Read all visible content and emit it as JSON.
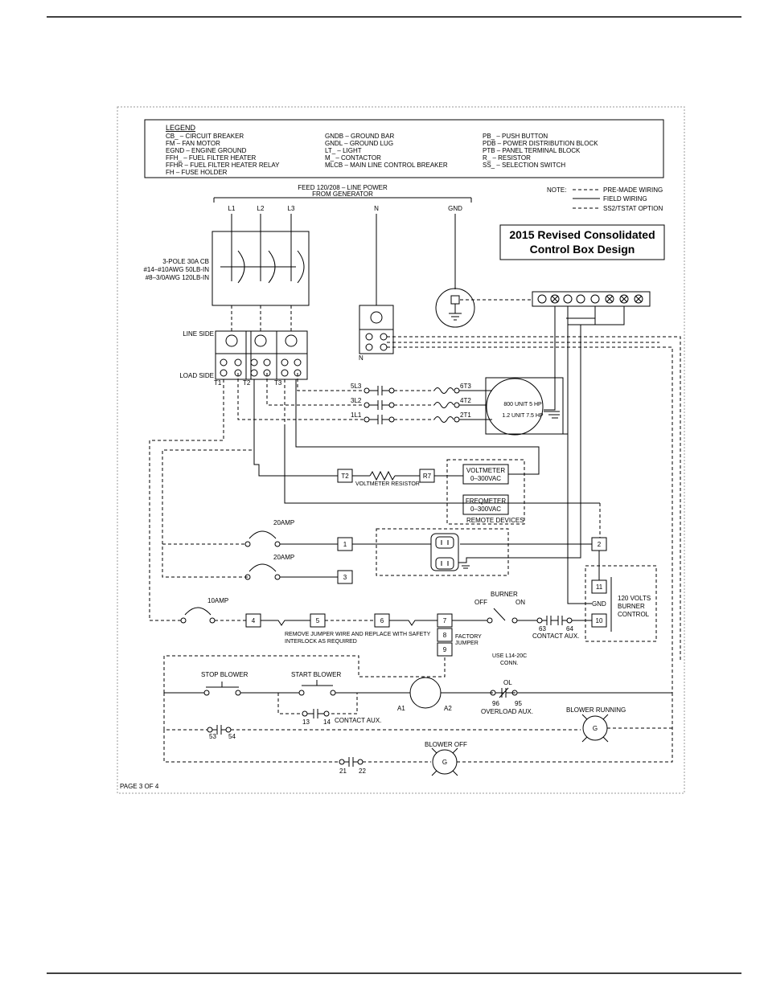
{
  "legend": {
    "title": "LEGEND",
    "col1": [
      "CB_  –  CIRCUIT BREAKER",
      "FM   –  FAN MOTOR",
      "EGND –  ENGINE GROUND",
      "FFH_ –  FUEL FILTER HEATER",
      "FFHR –  FUEL FILTER HEATER RELAY",
      "FH   –  FUSE HOLDER"
    ],
    "col2": [
      "GNDB –  GROUND BAR",
      "GNDL –  GROUND LUG",
      "LT_  –  LIGHT",
      "M_   –  CONTACTOR",
      "MLCB –  MAIN LINE CONTROL BREAKER"
    ],
    "col3": [
      "PB_  –  PUSH BUTTON",
      "PDB  –  POWER DISTRIBUTION BLOCK",
      "PTB  –  PANEL TERMINAL BLOCK",
      "R_   –  RESISTOR",
      "SS_  –  SELECTION SWITCH"
    ]
  },
  "note": {
    "label": "NOTE:",
    "premade": "PRE-MADE WIRING",
    "field": "FIELD WIRING",
    "option": "SS2/TSTAT OPTION"
  },
  "stamp": {
    "line1": "2015 Revised Consolidated",
    "line2": "Control Box Design"
  },
  "feed": {
    "line1": "FEED 120/208 – LINE POWER",
    "line2": "FROM GENERATOR"
  },
  "lines": {
    "l1": "L1",
    "l2": "L2",
    "l3": "L3",
    "n": "N",
    "gnd": "GND",
    "n2": "N"
  },
  "breaker": {
    "line1": "3-POLE 30A CB",
    "line2": "#14–#10AWG 50LB-IN",
    "line3": "#8–3/0AWG 120LB-IN"
  },
  "sides": {
    "line": "LINE SIDE",
    "load": "LOAD SIDE"
  },
  "terms": {
    "t1": "T1",
    "t2": "T2",
    "t3": "T3"
  },
  "contactor": {
    "l3": "5L3",
    "l2": "3L2",
    "l1": "1L1",
    "t3": "6T3",
    "t2": "4T2",
    "t1": "2T1"
  },
  "motor": {
    "line1": "800 UNIT  5 HP",
    "line2": "1.2 UNIT 7.5 HP"
  },
  "meters": {
    "t2": "T2",
    "r7": "R7",
    "resistor": "VOLTMETER RESISTOR",
    "volt1": "VOLTMETER",
    "volt2": "0–300VAC",
    "freq1": "FREQMETER",
    "freq2": "0–300VAC",
    "remote": "REMOTE DEVICES"
  },
  "breakers": {
    "a": "20AMP",
    "b": "20AMP",
    "c": "10AMP"
  },
  "terminals": [
    "1",
    "2",
    "3",
    "4",
    "5",
    "6",
    "7",
    "8",
    "9",
    "10",
    "11"
  ],
  "jumper": {
    "line1": "REMOVE JUMPER WIRE AND REPLACE WITH SAFETY",
    "line2": "INTERLOCK AS REQUIRED",
    "factory1": "FACTORY",
    "factory2": "JUMPER"
  },
  "burner": {
    "label": "BURNER",
    "off": "OFF",
    "on": "ON",
    "c63": "63",
    "c64": "64",
    "aux": "CONTACT AUX.",
    "gnd": "GND",
    "ctrl1": "120 VOLTS",
    "ctrl2": "BURNER",
    "ctrl3": "CONTROL",
    "conn1": "USE L14-20C",
    "conn2": "CONN."
  },
  "blower": {
    "stop": "STOP BLOWER",
    "start": "START BLOWER",
    "a1": "A1",
    "a2": "A2",
    "ol": "OL",
    "c96": "96",
    "c95": "95",
    "overload": "OVERLOAD AUX.",
    "c13": "13",
    "c14": "14",
    "aux": "CONTACT AUX.",
    "c53": "53",
    "c54": "54",
    "running": "BLOWER RUNNING",
    "g1": "G",
    "off": "BLOWER OFF",
    "g2": "G",
    "c21": "21",
    "c22": "22"
  },
  "page": "PAGE 3 OF 4"
}
